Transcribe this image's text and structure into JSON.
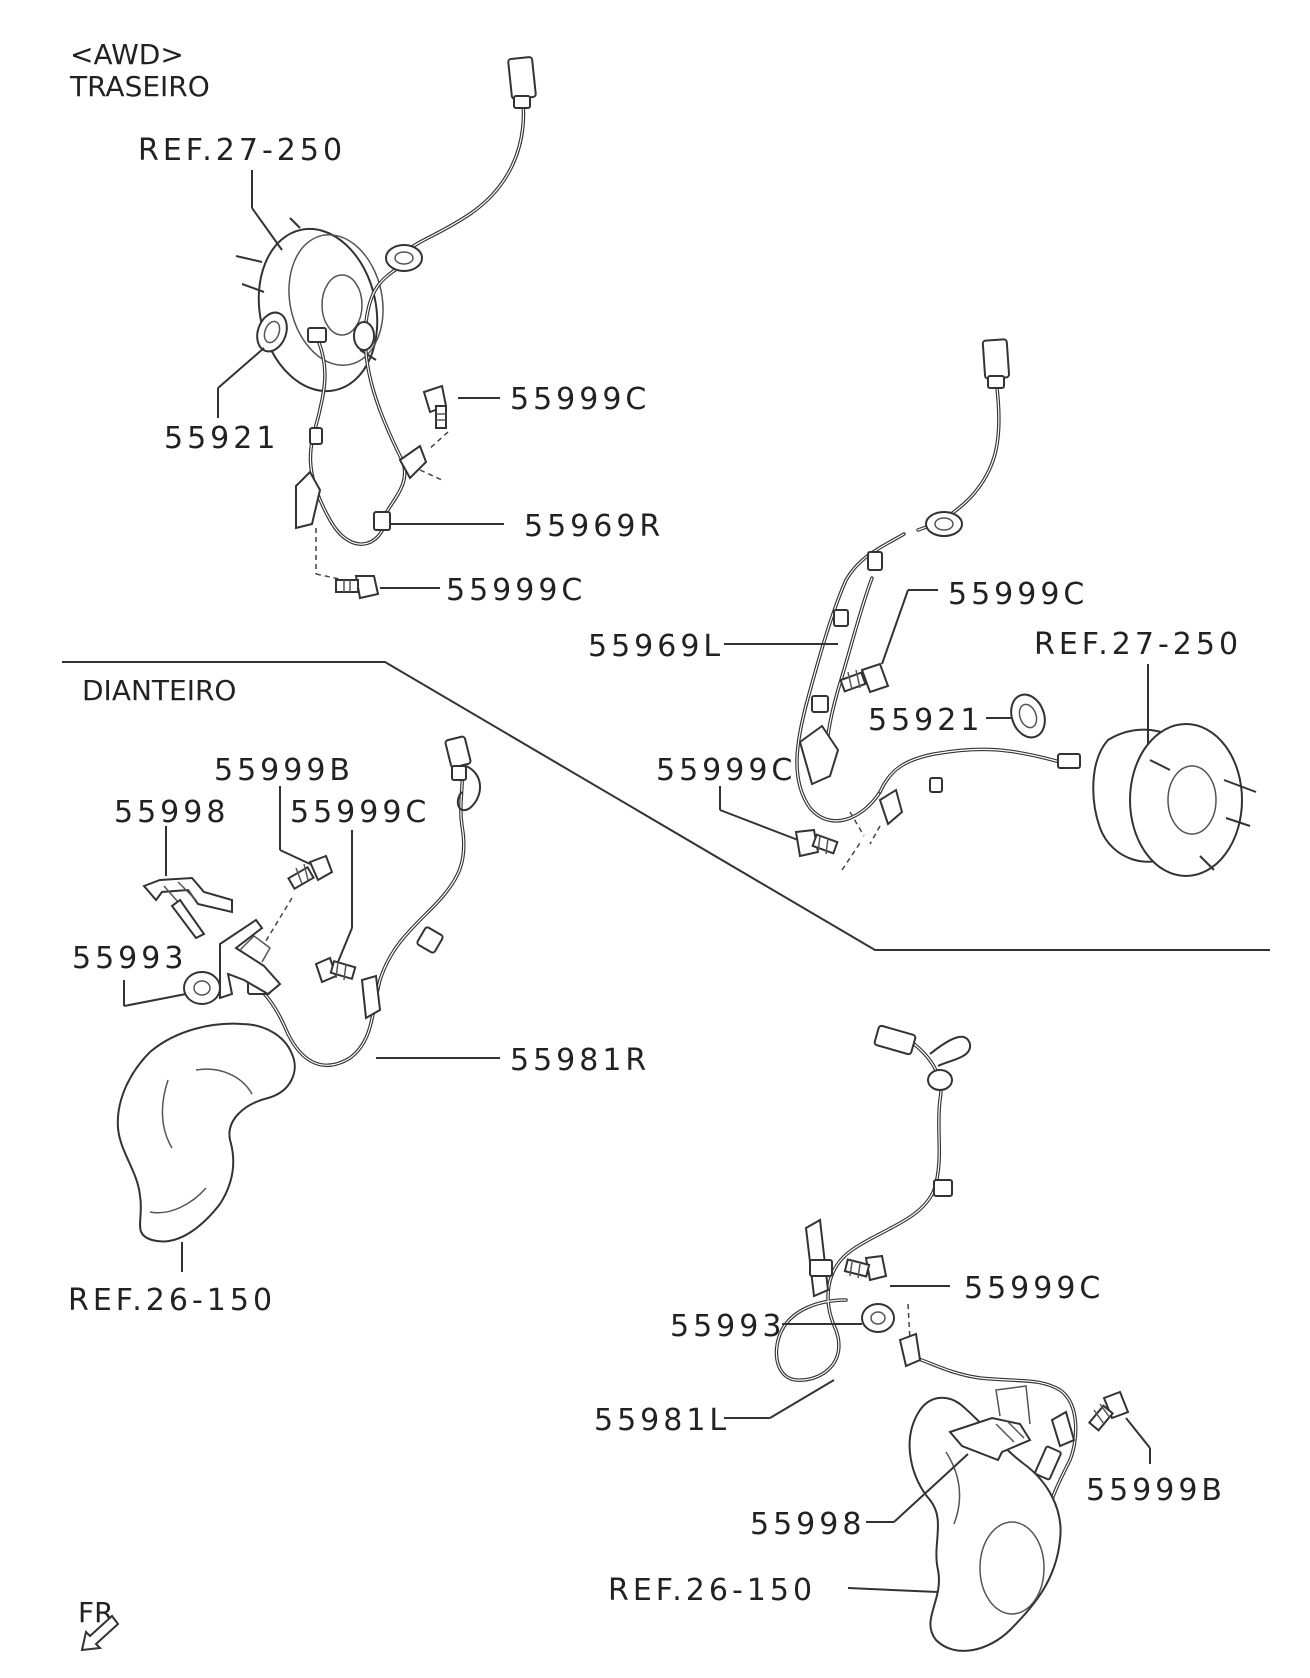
{
  "headers": {
    "awd": "<AWD>",
    "rear": "TRASEIRO",
    "front": "DIANTEIRO",
    "fr": "FR"
  },
  "labels": {
    "rear_ref_hub_upper": "REF.27-250",
    "rear_55921_upper": "55921",
    "rear_55999c_a": "55999C",
    "rear_55969r": "55969R",
    "rear_55999c_b": "55999C",
    "rear_55999c_c": "55999C",
    "rear_55969l": "55969L",
    "rear_ref_hub_lower": "REF.27-250",
    "rear_55921_lower": "55921",
    "rear_55999c_d": "55999C",
    "front_55999b_left": "55999B",
    "front_55998_left": "55998",
    "front_55999c_left": "55999C",
    "front_55993_left": "55993",
    "front_55981r": "55981R",
    "front_ref_knuckle_left": "REF.26-150",
    "front_55999c_right": "55999C",
    "front_55993_right": "55993",
    "front_55981l": "55981L",
    "front_55999b_right": "55999B",
    "front_55998_right": "55998",
    "front_ref_knuckle_right": "REF.26-150"
  }
}
